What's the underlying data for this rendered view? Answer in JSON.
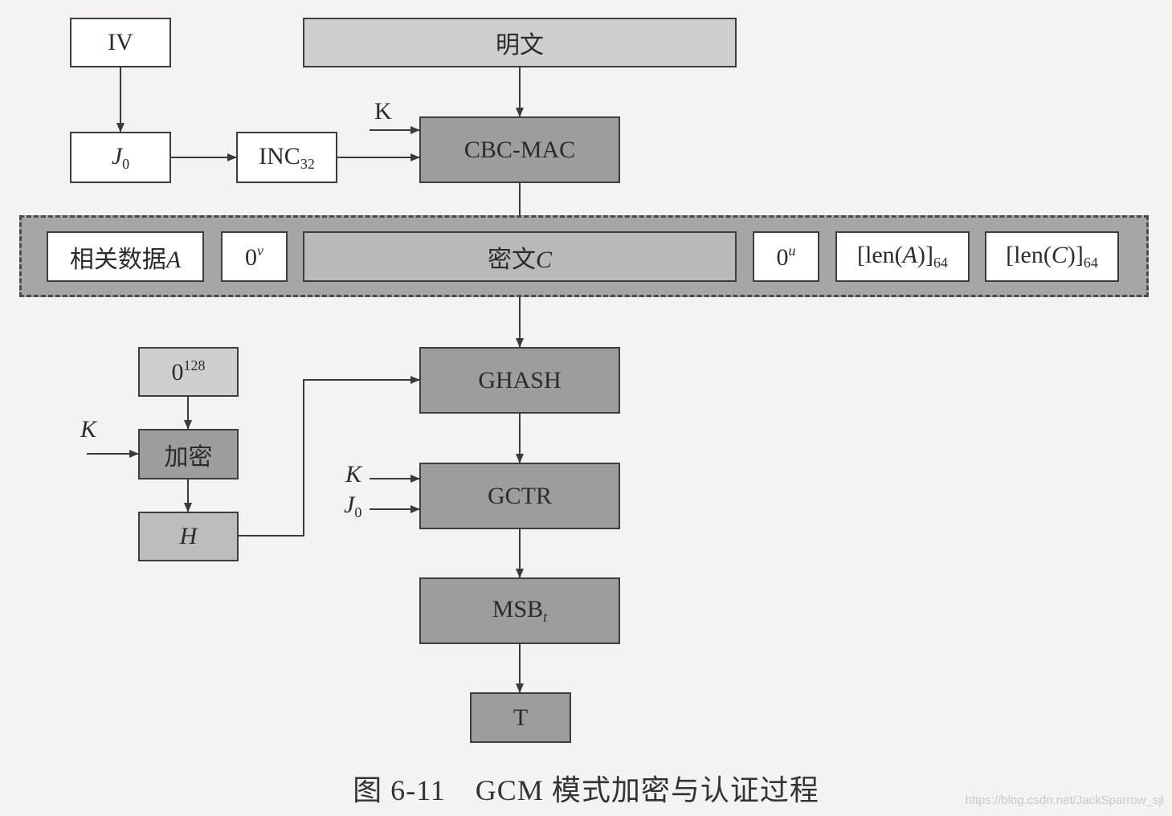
{
  "boxes": {
    "iv": "IV",
    "plaintext": "明文",
    "j0": "J",
    "j0_sub": "0",
    "inc": "INC",
    "inc_sub": "32",
    "cbc_mac": "CBC-MAC",
    "aad_label": "相关数据",
    "aad_var": "A",
    "zero_v": "0",
    "zero_v_sup": "v",
    "ciphertext_label": "密文",
    "ciphertext_var": "C",
    "zero_u": "0",
    "zero_u_sup": "u",
    "len_a_prefix": "[len(",
    "len_a_var": "A",
    "len_a_suffix": ")]",
    "len_a_sub": "64",
    "len_c_prefix": "[len(",
    "len_c_var": "C",
    "len_c_suffix": ")]",
    "len_c_sub": "64",
    "ghash": "GHASH",
    "zero128": "0",
    "zero128_sup": "128",
    "encrypt": "加密",
    "h": "H",
    "gctr": "GCTR",
    "msb": "MSB",
    "msb_sub": "t",
    "t": "T"
  },
  "labels": {
    "k_cbc": "K",
    "k_encrypt": "K",
    "k_gctr": "K",
    "j0_gctr": "J",
    "j0_gctr_sub": "0"
  },
  "caption": "图 6-11　GCM 模式加密与认证过程",
  "watermark": "https://blog.csdn.net/JackSparrow_sjl"
}
